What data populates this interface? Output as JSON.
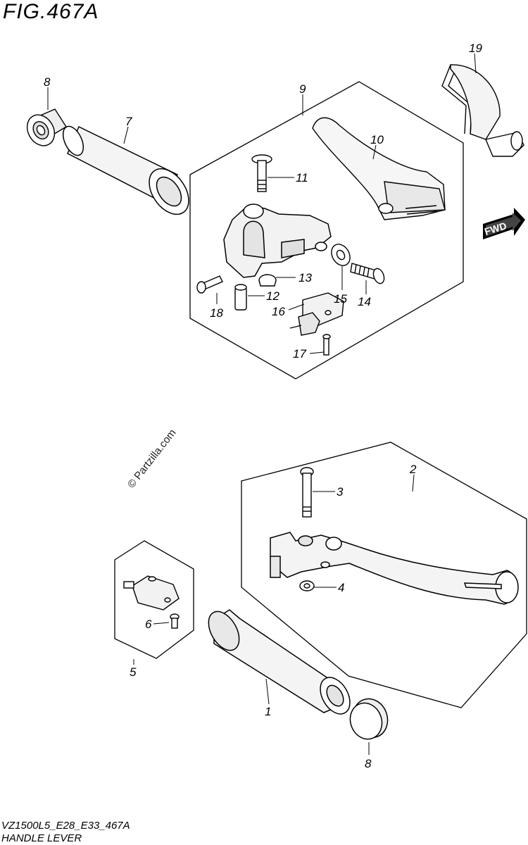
{
  "figure": {
    "title": "FIG.467A"
  },
  "footer": {
    "model_code": "VZ1500L5_E28_E33_467A",
    "caption": "HANDLE LEVER"
  },
  "watermark": {
    "text": "© Partzilla.com"
  },
  "direction_tag": {
    "label": "FWD"
  },
  "callouts": {
    "p1": "1",
    "p2": "2",
    "p3": "3",
    "p4": "4",
    "p5": "5",
    "p6": "6",
    "p7": "7",
    "p8a": "8",
    "p8b": "8",
    "p9": "9",
    "p10": "10",
    "p11": "11",
    "p12": "12",
    "p13": "13",
    "p14": "14",
    "p15": "15",
    "p16": "16",
    "p17": "17",
    "p18": "18",
    "p19": "19"
  }
}
